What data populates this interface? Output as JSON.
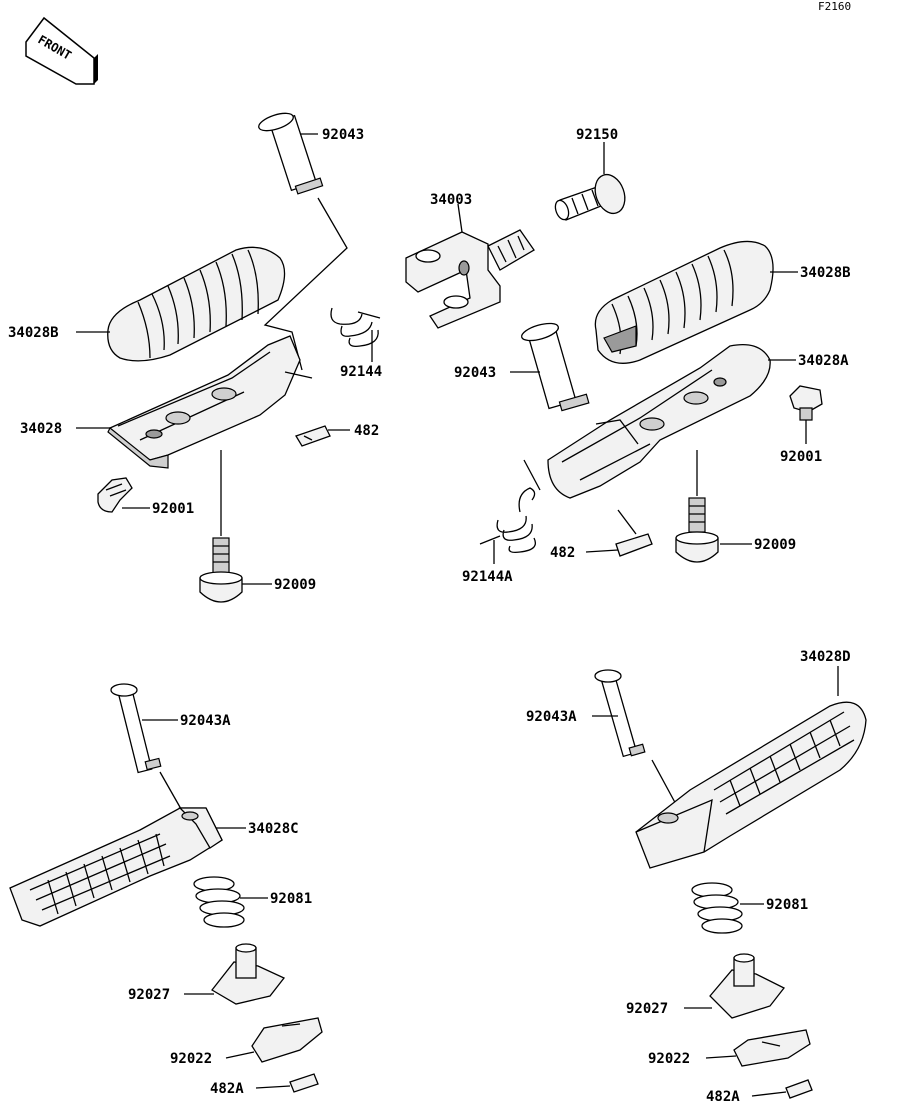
{
  "figure_code": "F2160",
  "front_marker": {
    "text": "FRONT"
  },
  "callouts": [
    {
      "id": "c1",
      "text": "92043"
    },
    {
      "id": "c2",
      "text": "34028B"
    },
    {
      "id": "c3",
      "text": "92144"
    },
    {
      "id": "c4",
      "text": "34028"
    },
    {
      "id": "c5",
      "text": "482"
    },
    {
      "id": "c6",
      "text": "92001"
    },
    {
      "id": "c7",
      "text": "92009"
    },
    {
      "id": "c8",
      "text": "92150"
    },
    {
      "id": "c9",
      "text": "34003"
    },
    {
      "id": "c10",
      "text": "34028B"
    },
    {
      "id": "c11",
      "text": "34028A"
    },
    {
      "id": "c12",
      "text": "92043"
    },
    {
      "id": "c13",
      "text": "92001"
    },
    {
      "id": "c14",
      "text": "92009"
    },
    {
      "id": "c15",
      "text": "482"
    },
    {
      "id": "c16",
      "text": "92144A"
    },
    {
      "id": "c17",
      "text": "92043A"
    },
    {
      "id": "c18",
      "text": "34028C"
    },
    {
      "id": "c19",
      "text": "92081"
    },
    {
      "id": "c20",
      "text": "92027"
    },
    {
      "id": "c21",
      "text": "92022"
    },
    {
      "id": "c22",
      "text": "482A"
    },
    {
      "id": "c23",
      "text": "34028D"
    },
    {
      "id": "c24",
      "text": "92043A"
    },
    {
      "id": "c25",
      "text": "92081"
    },
    {
      "id": "c26",
      "text": "92027"
    },
    {
      "id": "c27",
      "text": "92022"
    },
    {
      "id": "c28",
      "text": "482A"
    }
  ]
}
